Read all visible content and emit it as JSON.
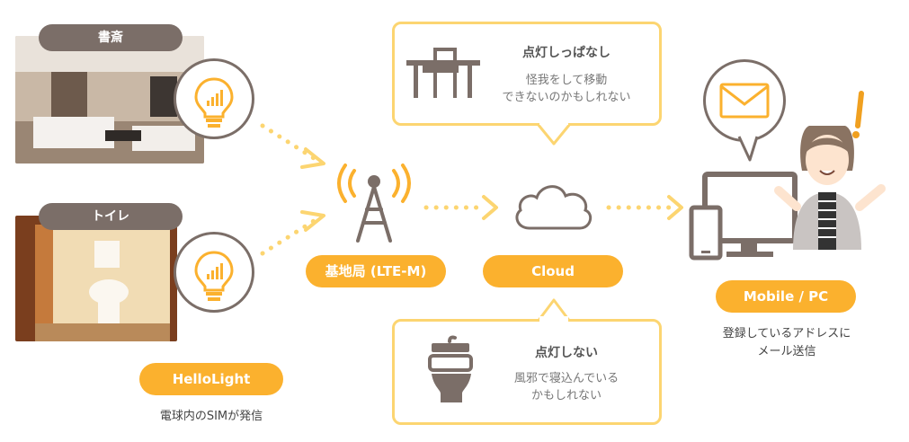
{
  "rooms": [
    {
      "label": "書斎"
    },
    {
      "label": "トイレ"
    }
  ],
  "device": {
    "label": "HelloLight",
    "caption": "電球内のSIMが発信"
  },
  "station": {
    "label": "基地局 (LTE-M)"
  },
  "cloud": {
    "label": "Cloud"
  },
  "client": {
    "label": "Mobile / PC",
    "caption_line1": "登録しているアドレスに",
    "caption_line2": "メール送信"
  },
  "callouts": {
    "top": {
      "title": "点灯しっぱなし",
      "line1": "怪我をして移動",
      "line2": "できないのかもしれない"
    },
    "bottom": {
      "title": "点灯しない",
      "line1": "風邪で寝込んでいる",
      "line2": "かもしれない"
    }
  },
  "colors": {
    "accent": "#fbb12e",
    "outline": "#7b6e68",
    "callout_border": "#fcd571"
  },
  "icons": [
    "lightbulb-icon",
    "antenna-icon",
    "cloud-icon",
    "mail-icon",
    "desk-icon",
    "toilet-icon",
    "monitor-icon",
    "phone-icon",
    "person-icon"
  ]
}
